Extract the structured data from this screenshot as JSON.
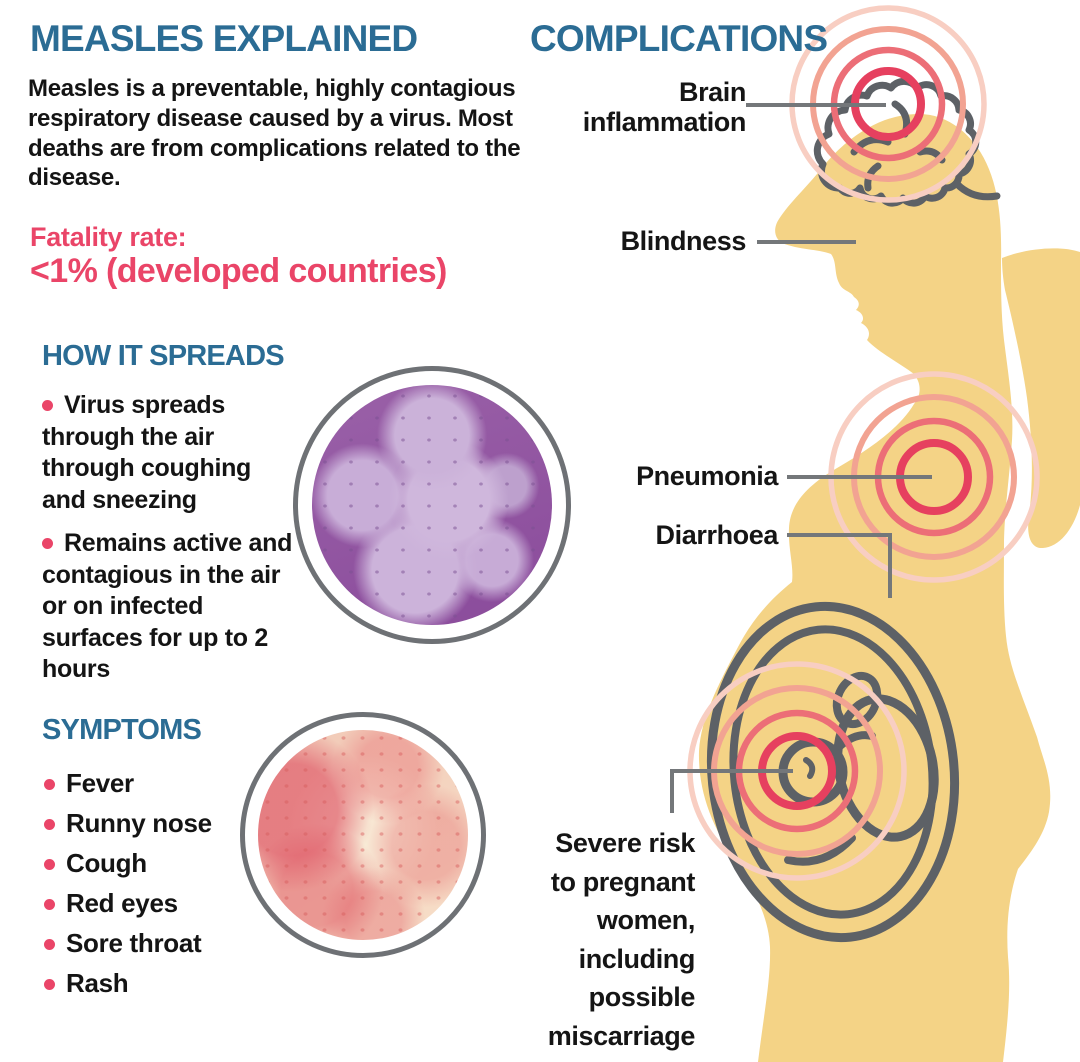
{
  "infographic": {
    "title": "MEASLES EXPLAINED",
    "intro": "Measles is a preventable, highly contagious respiratory disease caused by a virus. Most deaths are from complications related to the disease.",
    "fatality": {
      "label": "Fatality rate:",
      "value": "<1% (developed countries)"
    },
    "spread": {
      "heading": "HOW IT SPREADS",
      "bullets": [
        "Virus spreads through the air through coughing and sneezing",
        "Remains active and contagious in the air or on infected surfaces for up to 2 hours"
      ]
    },
    "symptoms": {
      "heading": "SYMPTOMS",
      "items": [
        "Fever",
        "Runny nose",
        "Cough",
        "Red eyes",
        "Sore throat",
        "Rash"
      ]
    },
    "complications": {
      "heading": "COMPLICATIONS",
      "brain": "Brain inflammation",
      "blindness": "Blindness",
      "pneumonia": "Pneumonia",
      "diarrhoea": "Diarrhoea",
      "pregnancy": "Severe risk to pregnant women, including possible miscarriage"
    },
    "images": {
      "virus_circle": "measles-virus-micrograph",
      "rash_circle": "measles-rash-skin-photo"
    },
    "colors": {
      "heading_blue": "#2b6c94",
      "accent_pink": "#ea4568",
      "body_tan": "#f4d386",
      "outline_gray": "#5d6166",
      "leader_gray": "#74777a",
      "target_red": "#e6405f",
      "text_black": "#141414"
    }
  }
}
